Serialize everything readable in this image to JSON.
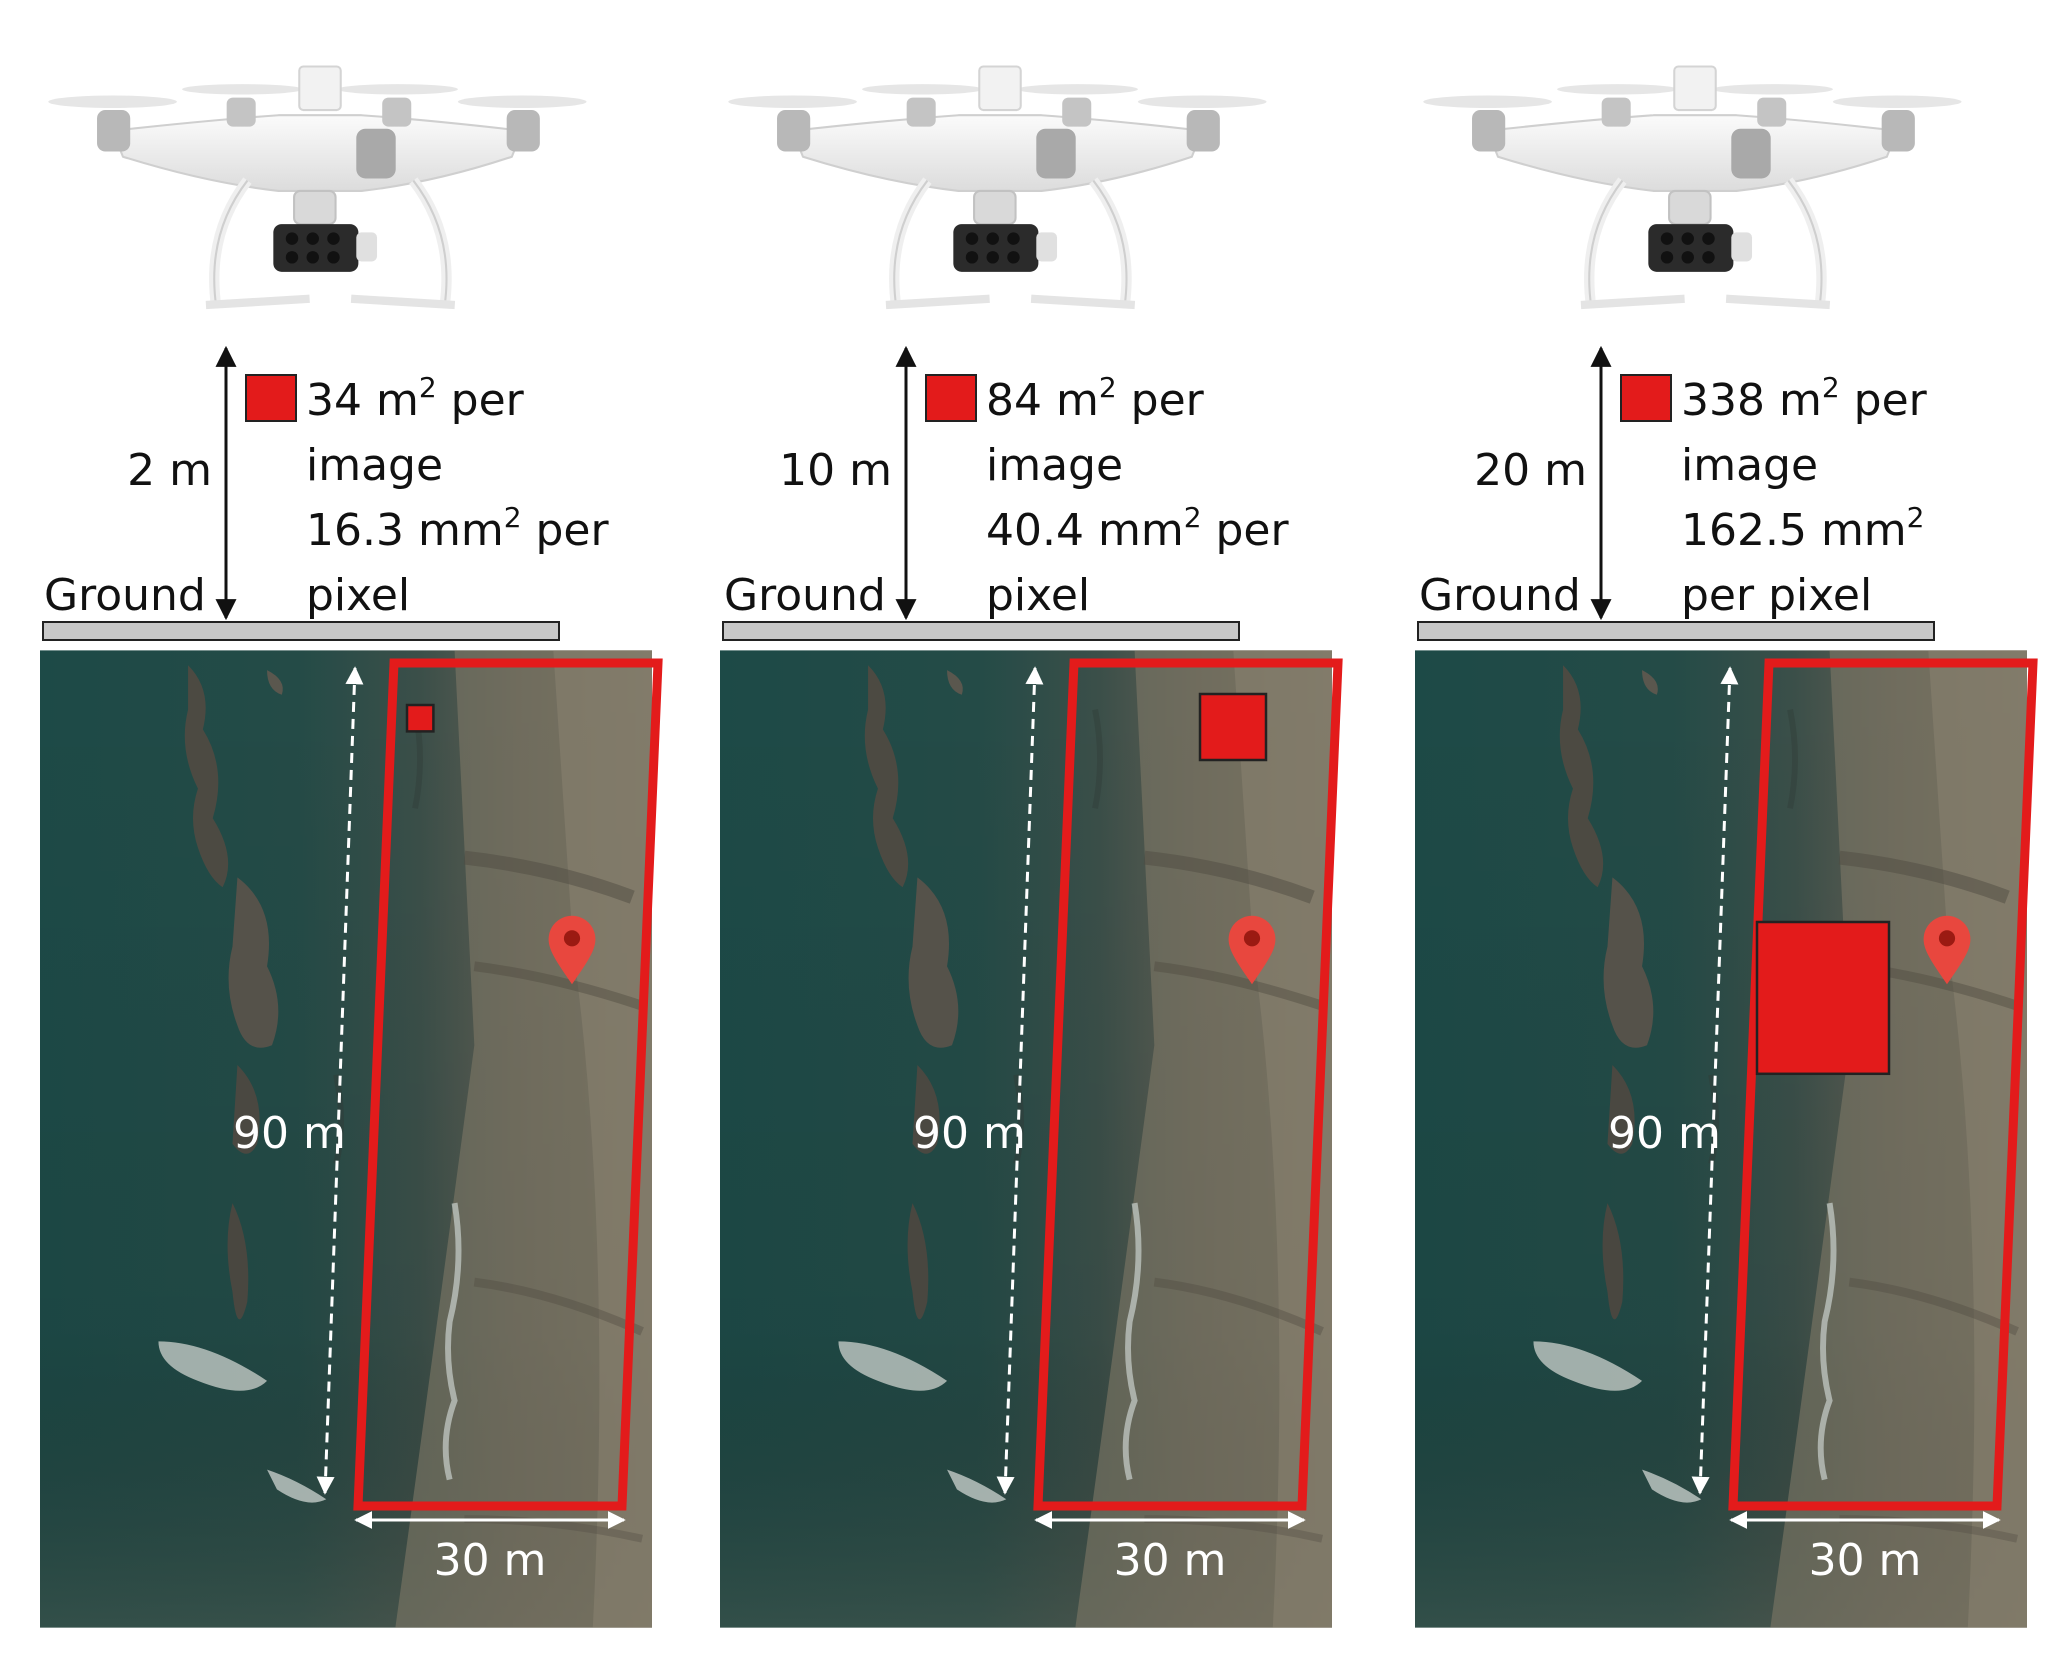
{
  "panels": [
    {
      "height_label": "2 m",
      "ground_label": "Ground",
      "legend_lines": [
        {
          "text": "34 m",
          "sup": "2",
          "tail": " per"
        },
        {
          "text": "image",
          "sup": "",
          "tail": ""
        },
        {
          "text": "16.3 mm",
          "sup": "2",
          "tail": " per"
        },
        {
          "text": "pixel",
          "sup": "",
          "tail": ""
        }
      ],
      "length_label": "90 m",
      "width_label": "30 m",
      "footprint_fraction": 0.1
    },
    {
      "height_label": "10 m",
      "ground_label": "Ground",
      "legend_lines": [
        {
          "text": "84 m",
          "sup": "2",
          "tail": " per"
        },
        {
          "text": "image",
          "sup": "",
          "tail": ""
        },
        {
          "text": "40.4 mm",
          "sup": "2",
          "tail": " per"
        },
        {
          "text": "pixel",
          "sup": "",
          "tail": ""
        }
      ],
      "length_label": "90 m",
      "width_label": "30 m",
      "footprint_fraction": 0.25
    },
    {
      "height_label": "20 m",
      "ground_label": "Ground",
      "legend_lines": [
        {
          "text": "338 m",
          "sup": "2",
          "tail": " per"
        },
        {
          "text": "image",
          "sup": "",
          "tail": ""
        },
        {
          "text": "162.5 mm",
          "sup": "2",
          "tail": ""
        },
        {
          "text": "per pixel",
          "sup": "",
          "tail": ""
        }
      ],
      "length_label": "90 m",
      "width_label": "30 m",
      "footprint_fraction": 0.5
    }
  ],
  "colors": {
    "survey_red": "#e31b1b",
    "ground_bar": "#c8c8c8",
    "water_dark": "#1e4542",
    "sand": "#6e6a5c",
    "pin": "#e8473e"
  },
  "icons": [
    "drone-icon",
    "map-pin-icon",
    "rock-outcrop",
    "wave-foam"
  ]
}
